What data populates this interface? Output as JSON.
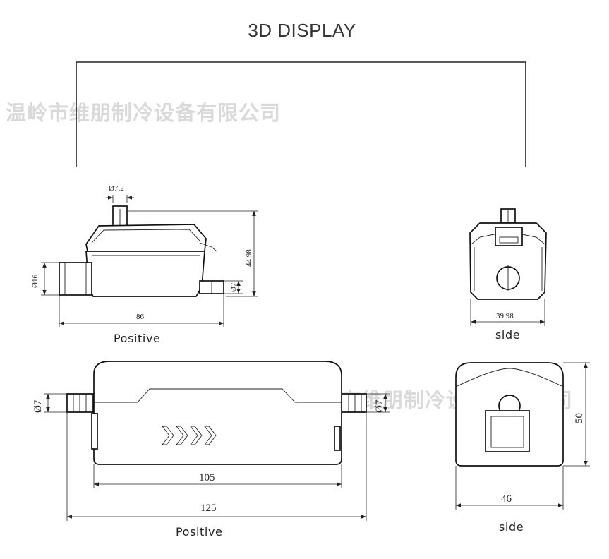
{
  "header": {
    "title": "3D DISPLAY"
  },
  "watermark": {
    "text": "温岭市维朋制冷设备有限公司"
  },
  "views": {
    "top_positive": {
      "caption": "Positive",
      "dims": {
        "pipe_top": "Ø7.2",
        "height": "44.98",
        "inlet": "Ø16",
        "outlet": "Ø7",
        "length": "86"
      }
    },
    "top_side": {
      "caption": "side",
      "dims": {
        "width": "39.98"
      }
    },
    "bottom_positive": {
      "caption": "Positive",
      "dims": {
        "left_pipe": "Ø7",
        "right_pipe": "Ø7",
        "body_length": "105",
        "total_length": "125"
      }
    },
    "bottom_side": {
      "caption": "side",
      "dims": {
        "height": "50",
        "width": "46"
      }
    }
  },
  "colors": {
    "line": "#222222",
    "watermark": "#d9d9d9",
    "fill_gray": "#e7e7e7"
  }
}
